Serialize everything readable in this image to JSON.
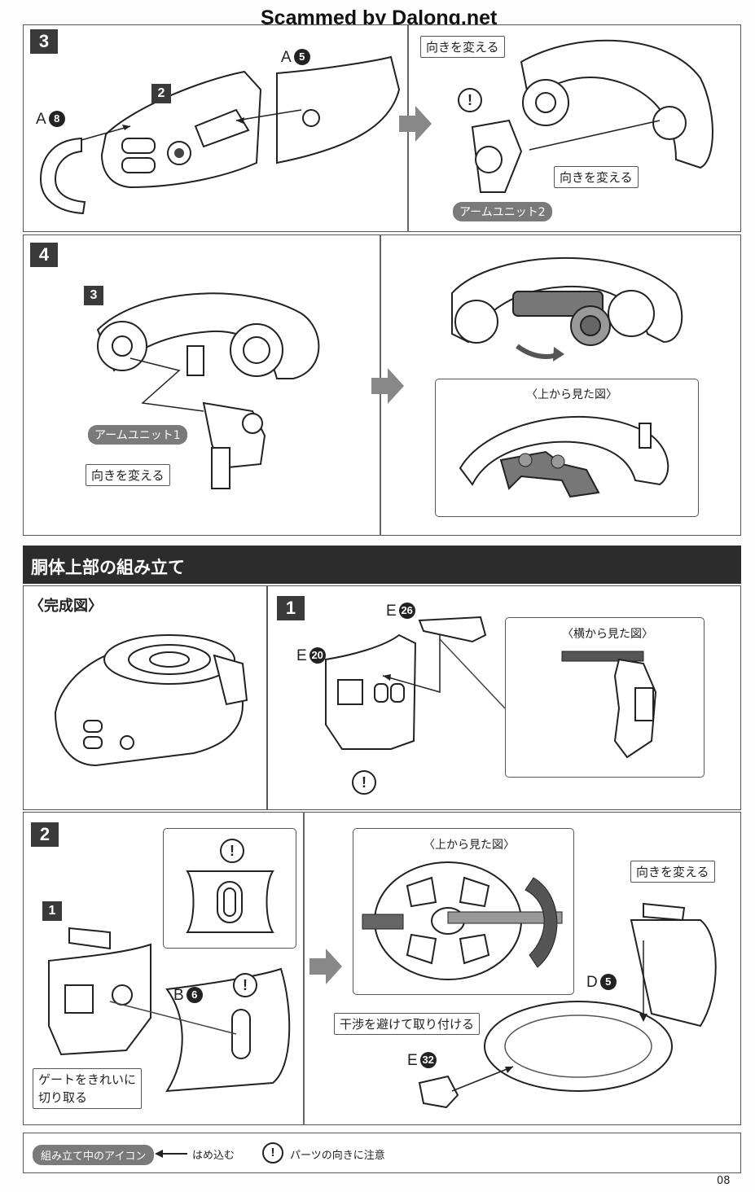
{
  "watermark": "Scammed by Dalong.net",
  "section_title": "胴体上部の組み立て",
  "completed_label": "〈完成図〉",
  "page_number": "08",
  "steps": {
    "s3": "3",
    "s2_ref": "2",
    "s4": "4",
    "s3_ref": "3",
    "b1": "1",
    "b2": "2",
    "b1_ref": "1"
  },
  "parts": {
    "a5": {
      "letter": "A",
      "num": "5"
    },
    "a8": {
      "letter": "A",
      "num": "8"
    },
    "e26": {
      "letter": "E",
      "num": "26"
    },
    "e20": {
      "letter": "E",
      "num": "20"
    },
    "b6": {
      "letter": "B",
      "num": "6"
    },
    "d5": {
      "letter": "D",
      "num": "5"
    },
    "e32": {
      "letter": "E",
      "num": "32"
    }
  },
  "callouts": {
    "turn": "向きを変える",
    "avoid": "干渉を避けて取り付ける",
    "gate": "ゲートをきれいに\n切り取る"
  },
  "pills": {
    "arm2": "アームユニット2",
    "arm1": "アームユニット1"
  },
  "subheads": {
    "top_view": "〈上から見た図〉",
    "side_view": "〈横から見た図〉"
  },
  "caution_mark": "!",
  "legend": {
    "icon_label": "組み立て中のアイコン",
    "insert_text": "はめ込む",
    "caution_text": "パーツの向きに注意"
  }
}
